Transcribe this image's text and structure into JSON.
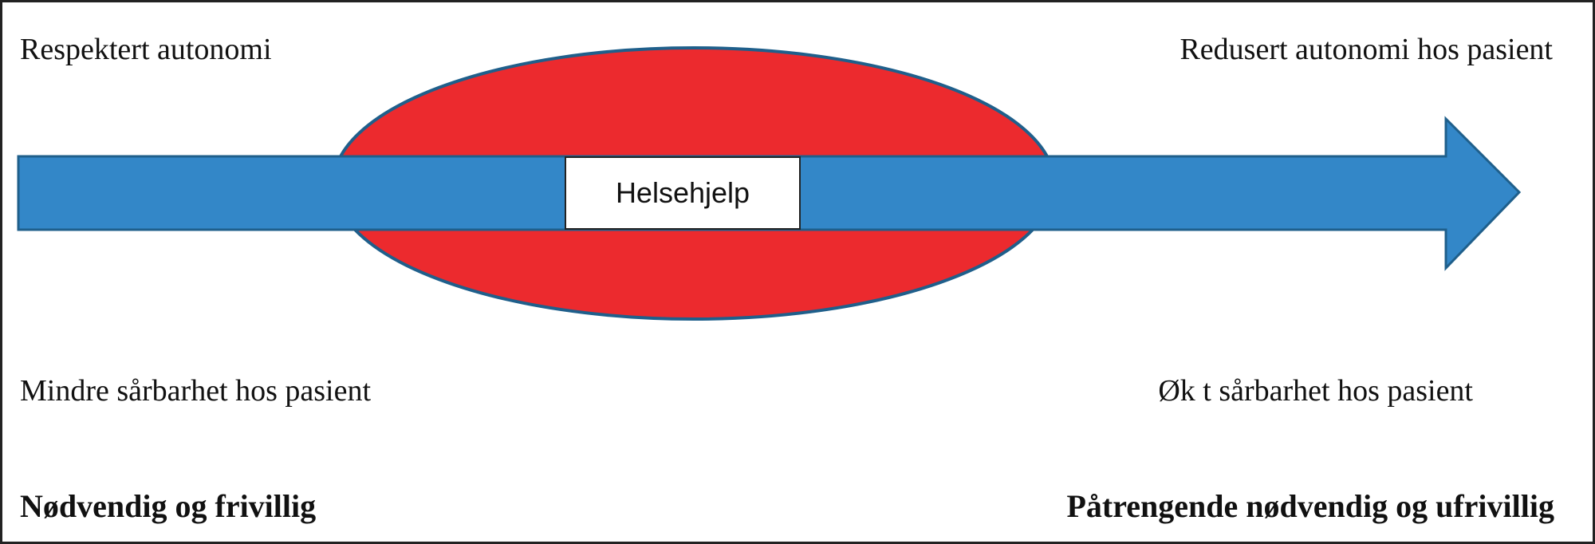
{
  "labels": {
    "top_left": "Respektert autonomi",
    "top_right": "Redusert autonomi hos pasient",
    "mid_left": "Mindre sårbarhet hos pasient",
    "mid_right": "Øk t sårbarhet hos pasient",
    "bottom_left": "Nødvendig og frivillig",
    "bottom_right": "Påtrengende nødvendig og ufrivillig"
  },
  "center_box": "Helsehjelp",
  "colors": {
    "ellipse": "#ec2a2e",
    "arrow": "#3387c8",
    "outline": "#1f5f8b"
  }
}
